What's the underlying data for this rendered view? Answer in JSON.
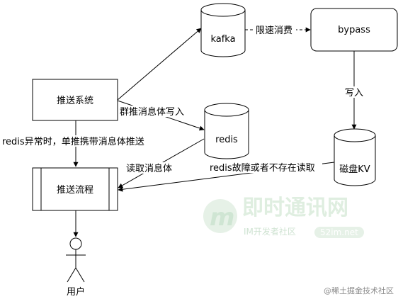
{
  "nodes": {
    "kafka": "kafka",
    "bypass": "bypass",
    "push_system": "推送系统",
    "redis": "redis",
    "kv": "磁盘KV",
    "push_flow": "推送流程",
    "user": "用户"
  },
  "edges": {
    "rate_limited_consume": "限速消费",
    "write_in": "写入",
    "group_push_write": "群推消息体写入",
    "redis_exception": "redis异常时，单推携带消息体推送",
    "read_message": "读取消息体",
    "redis_fault_read": "redis故障或者不存在读取"
  },
  "watermark": {
    "title": "即时通讯网",
    "subtitle": "IM开发者社区",
    "site": "52im.net",
    "credit": "@稀土掘金技术社区"
  },
  "colors": {
    "line": "#000000",
    "watermark": "#dfeee0"
  }
}
